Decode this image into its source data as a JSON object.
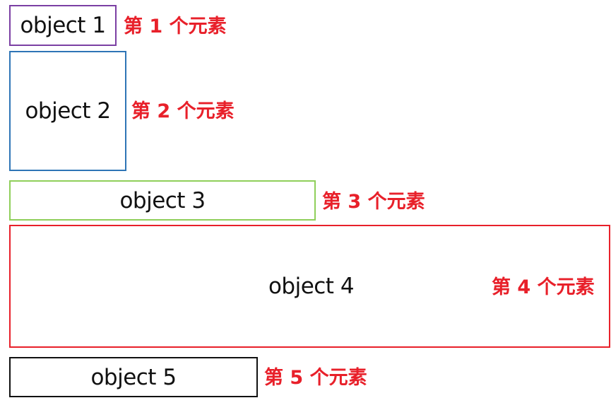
{
  "colors": {
    "tag_color": "#e8202a",
    "object_1_border": "#7b3fa3",
    "object_2_border": "#2e75b6",
    "object_3_border": "#8fcf5a",
    "object_4_border": "#e8202a",
    "object_5_border": "#111111"
  },
  "objects": [
    {
      "label": "object 1",
      "tag": "第 1 个元素"
    },
    {
      "label": "object 2",
      "tag": "第 2 个元素"
    },
    {
      "label": "object 3",
      "tag": "第 3 个元素"
    },
    {
      "label": "object 4",
      "tag": "第 4 个元素"
    },
    {
      "label": "object 5",
      "tag": "第 5 个元素"
    }
  ]
}
